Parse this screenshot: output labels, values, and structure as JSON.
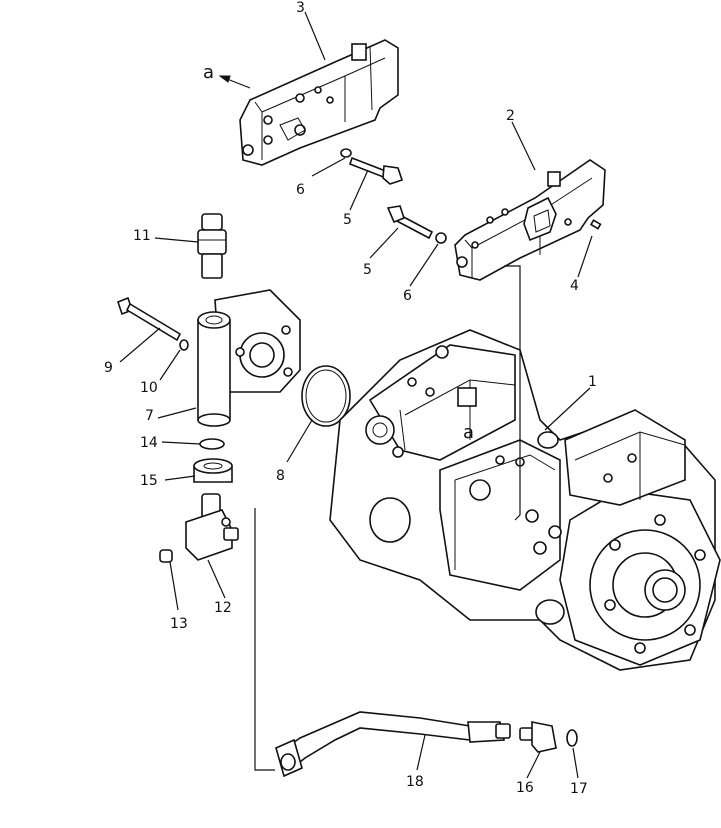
{
  "callouts": [
    {
      "key": "p1",
      "text": "1"
    },
    {
      "key": "p2",
      "text": "2"
    },
    {
      "key": "p3",
      "text": "3"
    },
    {
      "key": "p4",
      "text": "4"
    },
    {
      "key": "p5a",
      "text": "5"
    },
    {
      "key": "p5b",
      "text": "5"
    },
    {
      "key": "p6a",
      "text": "6"
    },
    {
      "key": "p6b",
      "text": "6"
    },
    {
      "key": "p7",
      "text": "7"
    },
    {
      "key": "p8",
      "text": "8"
    },
    {
      "key": "p9",
      "text": "9"
    },
    {
      "key": "p10",
      "text": "10"
    },
    {
      "key": "p11",
      "text": "11"
    },
    {
      "key": "p12",
      "text": "12"
    },
    {
      "key": "p13",
      "text": "13"
    },
    {
      "key": "p14",
      "text": "14"
    },
    {
      "key": "p15",
      "text": "15"
    },
    {
      "key": "p16",
      "text": "16"
    },
    {
      "key": "p17",
      "text": "17"
    },
    {
      "key": "p18",
      "text": "18"
    }
  ],
  "markers": {
    "top_a": "a",
    "mid_a": "a"
  }
}
